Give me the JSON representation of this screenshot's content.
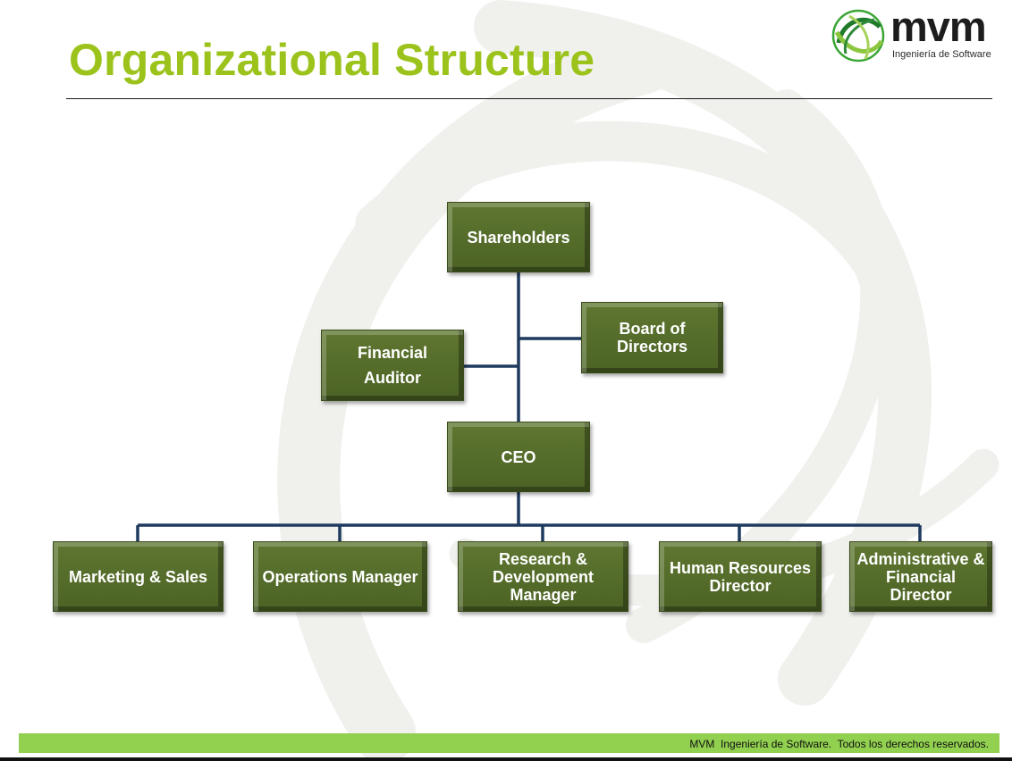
{
  "slide": {
    "title": "Organizational Structure",
    "logo": {
      "wordmark": "mvm",
      "tagline": "Ingeniería de Software"
    },
    "footer_text": "MVM  Ingeniería de Software.  Todos los derechos reservados."
  },
  "org_chart": {
    "shareholders": "Shareholders",
    "board": "Board of\nDirectors",
    "auditor": "Financial\nAuditor",
    "ceo": "CEO",
    "reports": [
      "Marketing & Sales",
      "Operations Manager",
      "Research &\nDevelopment\nManager",
      "Human Resources\nDirector",
      "Administrative &\nFinancial\nDirector"
    ]
  },
  "colors": {
    "title": "#9bc31c",
    "node_fill": "#55692a",
    "connector": "#1f3a5f",
    "footer_bar": "#92d050"
  }
}
